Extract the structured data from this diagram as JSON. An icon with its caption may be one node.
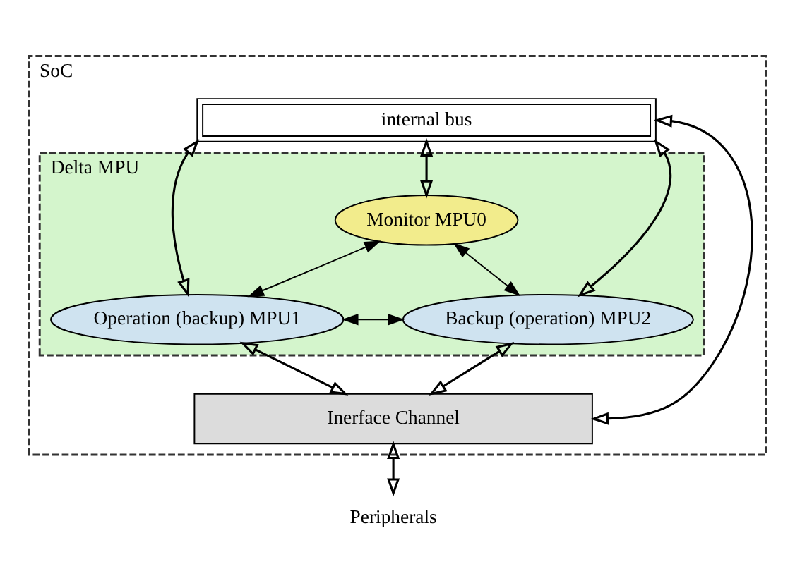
{
  "diagram": {
    "nodes": [
      {
        "text": [
          "SoC"
        ]
      },
      {
        "text": [
          "internal bus"
        ],
        "in": 0
      },
      {
        "text": [
          "Delta MPU"
        ],
        "in": 0
      },
      {
        "text": [
          "Monitor MPU0"
        ],
        "in": 2
      },
      {
        "text": [
          "Operation (backup) MPU1"
        ],
        "in": 2
      },
      {
        "text": [
          "Backup (operation) MPU2"
        ],
        "in": 2
      },
      {
        "text": [
          "Inerface Channel"
        ],
        "in": 0
      },
      {
        "text": [
          "Peripherals"
        ]
      }
    ],
    "edges": [
      {
        "from": 1,
        "to": 3,
        "arrow": "both"
      },
      {
        "from": 3,
        "to": 4,
        "arrow": "both"
      },
      {
        "from": 3,
        "to": 5,
        "arrow": "both"
      },
      {
        "from": 1,
        "to": 4,
        "arrow": "both"
      },
      {
        "from": 4,
        "to": 5,
        "arrow": "both"
      },
      {
        "from": 5,
        "to": 1,
        "arrow": "both"
      },
      {
        "from": 4,
        "to": 6,
        "arrow": "both"
      },
      {
        "from": 5,
        "to": 6,
        "arrow": "both"
      },
      {
        "from": 6,
        "to": 1,
        "arrow": "both"
      },
      {
        "from": 6,
        "to": 7,
        "arrow": "both"
      }
    ]
  }
}
